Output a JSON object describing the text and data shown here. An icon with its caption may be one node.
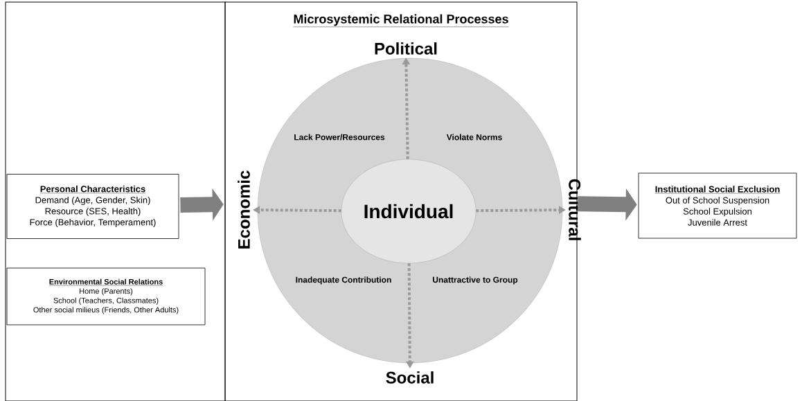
{
  "diagram": {
    "nodes": [
      {
        "text": [],
        "shape": "box"
      },
      {
        "text": [
          "Personal Characteristics",
          "Demand (Age, Gender, Skin)",
          "Resource (SES, Health)",
          "Force (Behavior, Temperament)"
        ],
        "in": 0
      },
      {
        "text": [
          "Environmental Social Relations",
          "Home (Parents)",
          "School (Teachers, Classmates)",
          "Other social milieus (Friends, Other Adults)"
        ],
        "in": 0
      },
      {
        "text": [
          "Microsystemic Relational Processes"
        ]
      },
      {
        "text": [],
        "shape": "circle",
        "in": 3
      },
      {
        "text": [
          "Individual"
        ],
        "in": 4
      },
      {
        "text": [
          "Political"
        ],
        "in": 3
      },
      {
        "text": [
          "Economic"
        ],
        "in": 3
      },
      {
        "text": [
          "Cultural"
        ],
        "in": 3
      },
      {
        "text": [
          "Social"
        ],
        "in": 3
      },
      {
        "text": [
          "Institutional Social Exclusion",
          "Out of School Suspension",
          "School Expulsion",
          "Juvenile Arrest"
        ]
      }
    ],
    "edges": [
      {
        "from": 1,
        "to": 3,
        "arrow": "to",
        "style": "thick"
      },
      {
        "from": 5,
        "to": 6,
        "arrow": "to",
        "style": "dashed"
      },
      {
        "from": 5,
        "to": 7,
        "arrow": "to",
        "style": "dashed"
      },
      {
        "from": 5,
        "to": 8,
        "arrow": "to",
        "style": "dashed"
      },
      {
        "from": 5,
        "to": 9,
        "arrow": "to",
        "style": "dashed"
      },
      {
        "from": 3,
        "to": 10,
        "arrow": "to",
        "style": "thick"
      }
    ],
    "labels": [
      "Lack Power/Resources",
      "Violate Norms",
      "Inadequate Contribution",
      "Unattractive to Group"
    ]
  }
}
